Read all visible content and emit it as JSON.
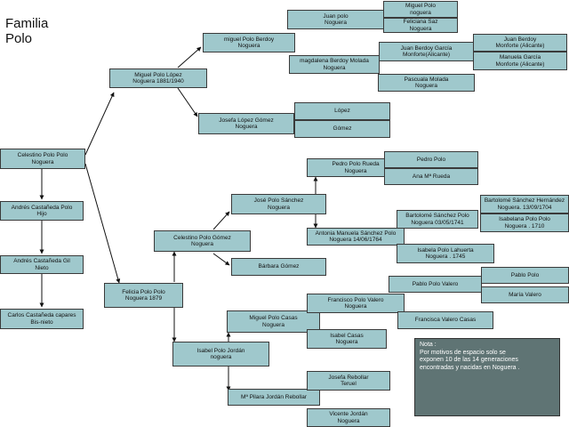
{
  "title": "Familia\nPolo",
  "boxes": {
    "celestino_polo_polo": "Celestino Polo Polo\nNoguera",
    "andres_castaneda_polo": "Andrés Castañeda Polo\nHijo",
    "andres_castaneda_gil": "Andrés Castañeda Gil\nNieto",
    "carlos_castaneda": "Carlos Castañeda capares\nBis-nieto",
    "miguel_polo_lopez": "Miguel Polo López\nNoguera 1881/1940",
    "miguel_polo_berdoy": "miguel Polo Berdoy\nNoguera",
    "josefa_lopez_gomez": "Josefa López Gómez\nNoguera",
    "lopez": "López",
    "gomez": "Gómez",
    "juan_polo": "Juan polo\nNoguera",
    "miguel_polo_nog": "Miguel Polo\nnoguera",
    "feliciana_saz": "Feliciana Saz\nNoguera",
    "magdalena_berdoy": "magdalena Berdoy Molada\nNoguera",
    "juan_berdoy_garcia": "Juan Berdoy García\nMonforte(Alicante)",
    "juan_berdoy_mon": "Juan Berdoy\nMonforte (Alicante)",
    "manuela_garcia": "Manuela García\nMonforte (Alicante)",
    "pascuala_molada": "Pascuala Molada\nNoguera",
    "felicia_polo_polo": "Felicia Polo Polo\nNoguera 1879",
    "celestino_polo_gomez": "Celestino Polo Gómez\nNoguera",
    "barbara_gomez": "Bárbara Gómez",
    "jose_polo_sanchez": "José Polo Sánchez\nNoguera",
    "pedro_polo_rueda": "Pedro Polo Rueda\nNoguera",
    "pedro_polo": "Pedro Polo",
    "ana_rueda": "Ana Mª Rueda",
    "antonia_manuela": "Antonia Manuela Sánchez Polo\nNoguera 14/06/1764",
    "bartolome_sanchez_polo": "Bartolomé Sánchez Polo\nNoguera 03/05/1741",
    "bartolome_sanchez_hernandez": "Bartolomé Sánchez Hernández\nNoguera. 13/09/1704",
    "isabelana_polo": "Isabelana Polo Polo\nNoguera . 1710",
    "isabela_polo_lahuerta": "Isabela Polo Lahuerta\nNoguera . 1745",
    "isabel_polo_jordan": "Isabel Polo Jordán\nnoguera",
    "miguel_polo_casas": "Miguel Polo Casas\nNoguera",
    "francisco_polo_valero": "Francisco Polo Valero\nNoguera",
    "pablo_polo_valero": "Pablo Polo Valero",
    "pablo_polo": "Pablo Polo",
    "maria_valero": "María Valero",
    "francisca_valero": "Francisca Valero Casas",
    "isabel_casas": "Isabel Casas\nNoguera",
    "mpilara_jordan": "Mª Pilara Jordán Rebollar",
    "josefa_rebollar": "Josefa Rebollar\nTeruel",
    "vicente_jordan": "Vicente Jordán\nNoguera"
  },
  "note": "Nota :\nPor motivos de espacio solo se\nexponen 10 de las 14 generaciones\nencontradas  y nacidas en Noguera ."
}
